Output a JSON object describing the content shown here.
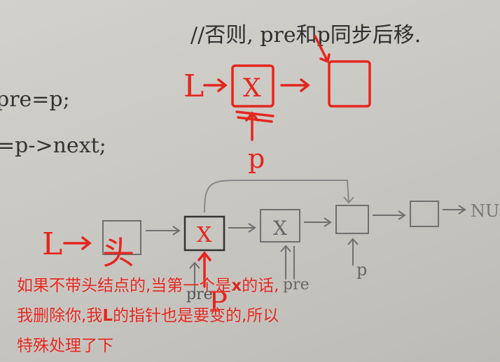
{
  "board": {
    "comment_line": "//否则, pre和p同步后移.",
    "code_line_1": "pre=p;",
    "code_line_2": "=p->next;",
    "top_diagram": {
      "head_label": "L",
      "node_value": "X",
      "pointer_label": "p"
    },
    "bottom_diagram": {
      "head_label": "L",
      "node_1_value": "头",
      "node_2_value": "X",
      "node_3_value": "X",
      "pointer_pre_label": "pre",
      "pointer_p_label": "P",
      "pointer_p_label_2": "p",
      "pointer_pre_label_2": "pre",
      "tail_label": "NU"
    }
  },
  "subtitle": {
    "line_1_a": "如果不带头结点的,当第一个是",
    "line_1_bold": "x",
    "line_1_b": "的话,",
    "line_2_a": "我删除你,我",
    "line_2_bold": "L",
    "line_2_b": "的指针也是要变的,所以",
    "line_3": "特殊处理了下"
  },
  "colors": {
    "board": "#c9c7c2",
    "chalk_dark": "#3a3a3a",
    "chalk_gray": "#777777",
    "marker_red": "#e3261e"
  }
}
